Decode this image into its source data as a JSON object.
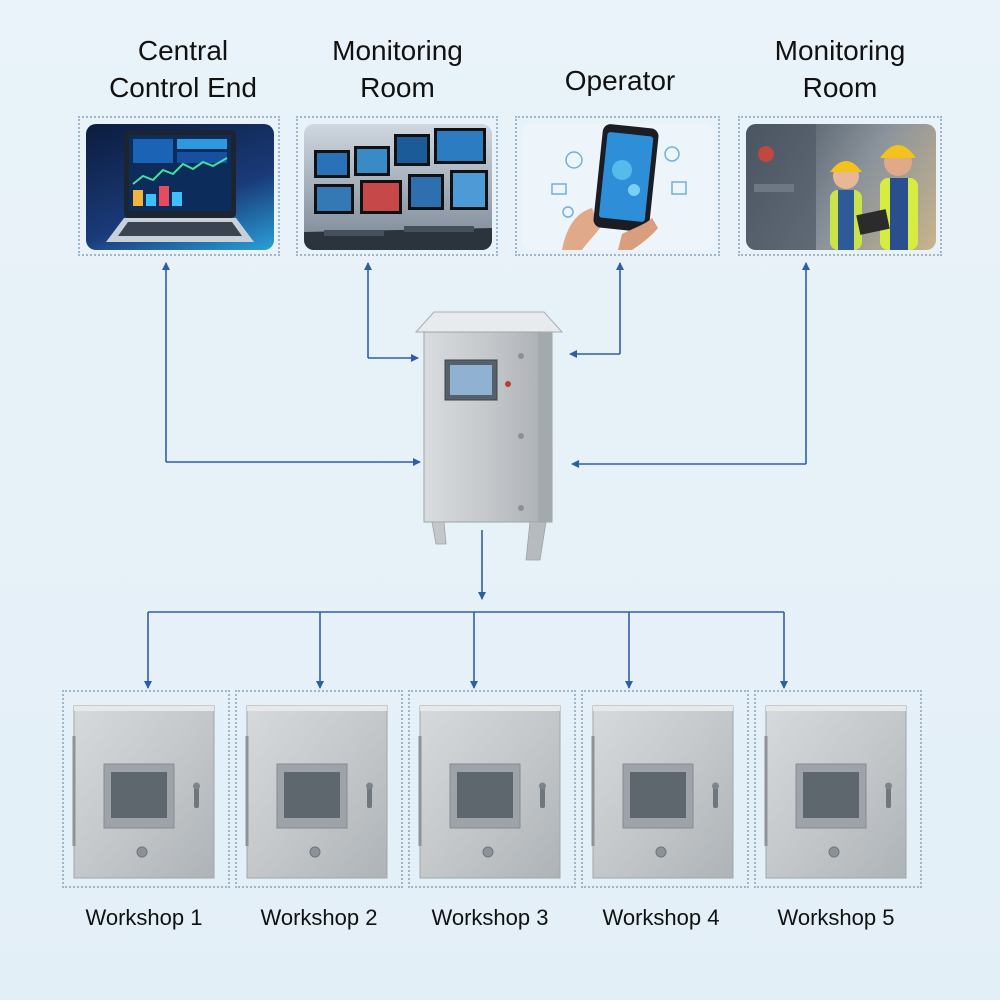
{
  "top_nodes": [
    {
      "id": "central",
      "line1": "Central",
      "line2": "Control End",
      "icon": "laptop-icon"
    },
    {
      "id": "monitor1",
      "line1": "Monitoring",
      "line2": "Room",
      "icon": "monitor-wall-icon"
    },
    {
      "id": "operator",
      "line1": "Operator",
      "line2": "",
      "icon": "smartphone-icon"
    },
    {
      "id": "monitor2",
      "line1": "Monitoring",
      "line2": "Room",
      "icon": "workers-icon"
    }
  ],
  "workshops": [
    {
      "label": "Workshop 1"
    },
    {
      "label": "Workshop 2"
    },
    {
      "label": "Workshop 3"
    },
    {
      "label": "Workshop 4"
    },
    {
      "label": "Workshop 5"
    }
  ],
  "colors": {
    "arrow": "#2f5ea8",
    "frame": "#9fb7c8",
    "steel": "#cfd3d6",
    "background": "#e6f1f8"
  }
}
